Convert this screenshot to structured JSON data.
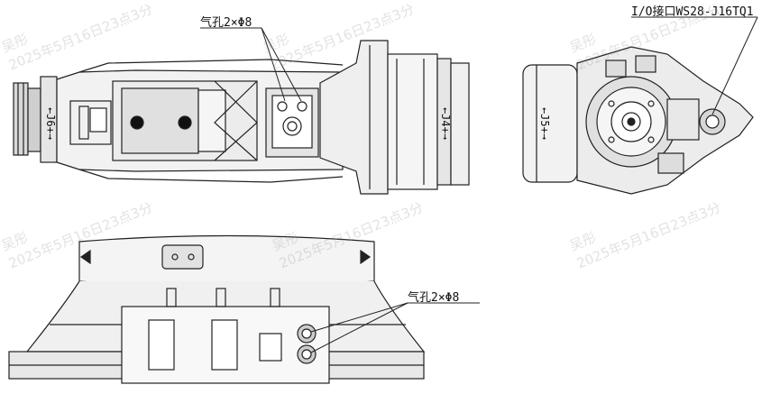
{
  "callouts": {
    "air_hole_top": "气孔2×Φ8",
    "io_port": "I/O接口WS28-J16TQ1",
    "air_hole_bottom": "气孔2×Φ8"
  },
  "joint_labels": {
    "j6": "←J6+→",
    "j4": "←J4+→",
    "j5": "←J5+→"
  },
  "watermark": {
    "name": "吴彤",
    "stamp": "2025年5月16日23点3分"
  }
}
